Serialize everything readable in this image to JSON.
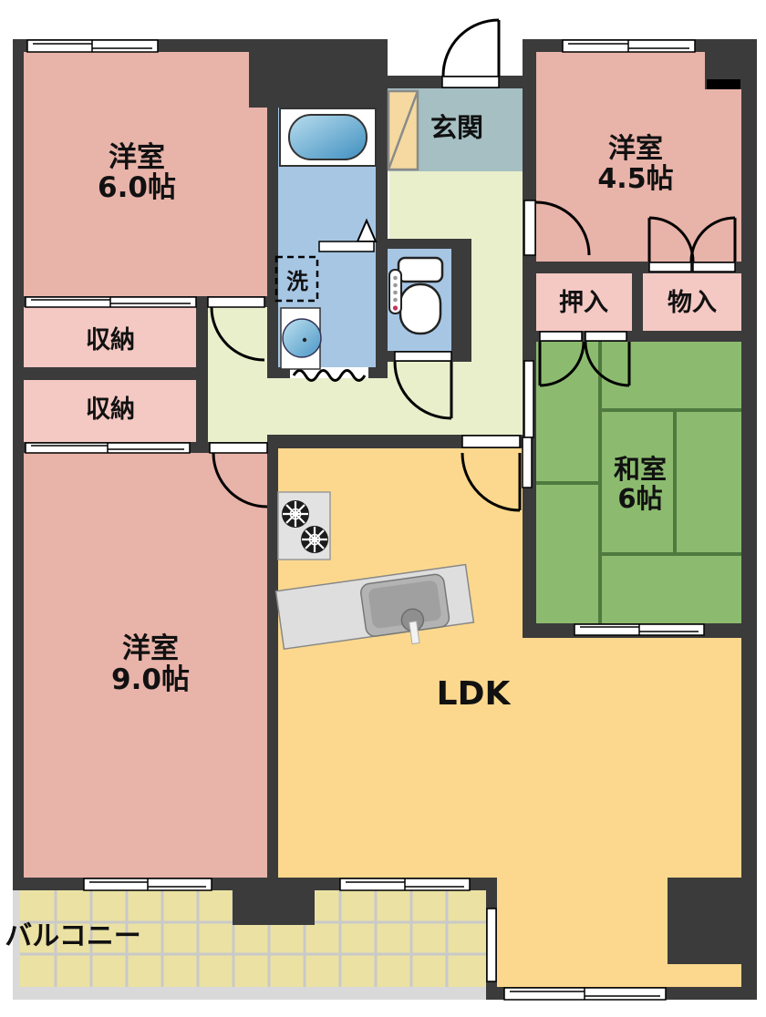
{
  "rooms": {
    "western_room_6": {
      "label": "洋室",
      "area": "6.0帖"
    },
    "western_room_45": {
      "label": "洋室",
      "area": "4.5帖"
    },
    "western_room_9": {
      "label": "洋室",
      "area": "9.0帖"
    },
    "japanese_room": {
      "label": "和室",
      "area": "6帖"
    },
    "ldk": {
      "label": "LDK"
    },
    "entrance": {
      "label": "玄関"
    },
    "balcony": {
      "label": "バルコニー"
    },
    "storage_upper": {
      "label": "収納"
    },
    "storage_lower": {
      "label": "収納"
    },
    "oshiire_closet": {
      "label": "押入"
    },
    "storage_monoire": {
      "label": "物入"
    },
    "laundry_space": {
      "label": "洗"
    }
  },
  "icons": {
    "bathtub": "bathtub-icon",
    "toilet": "toilet-icon",
    "wash_basin": "wash-basin-icon",
    "stove": "stove-burners-icon",
    "kitchen_sink": "kitchen-sink-icon",
    "shoe_cabinet": "shoe-cabinet-icon"
  },
  "colors": {
    "wall": "#3b3b3b",
    "western_room": "#e8b3a9",
    "storage_pink": "#f4c8c3",
    "tatami_green": "#8cbb6f",
    "tatami_line": "#4f7a3f",
    "ldk_yellow": "#fbd88d",
    "hallway_green": "#e9efcb",
    "water_area_blue": "#a6c6e4",
    "entrance_floor": "#a5bfc2",
    "balcony_tile": "#ebe1a3",
    "balcony_base": "#d9d9d9",
    "shoe_cabinet_tan": "#f5d9a0",
    "accent_black": "#000000"
  }
}
